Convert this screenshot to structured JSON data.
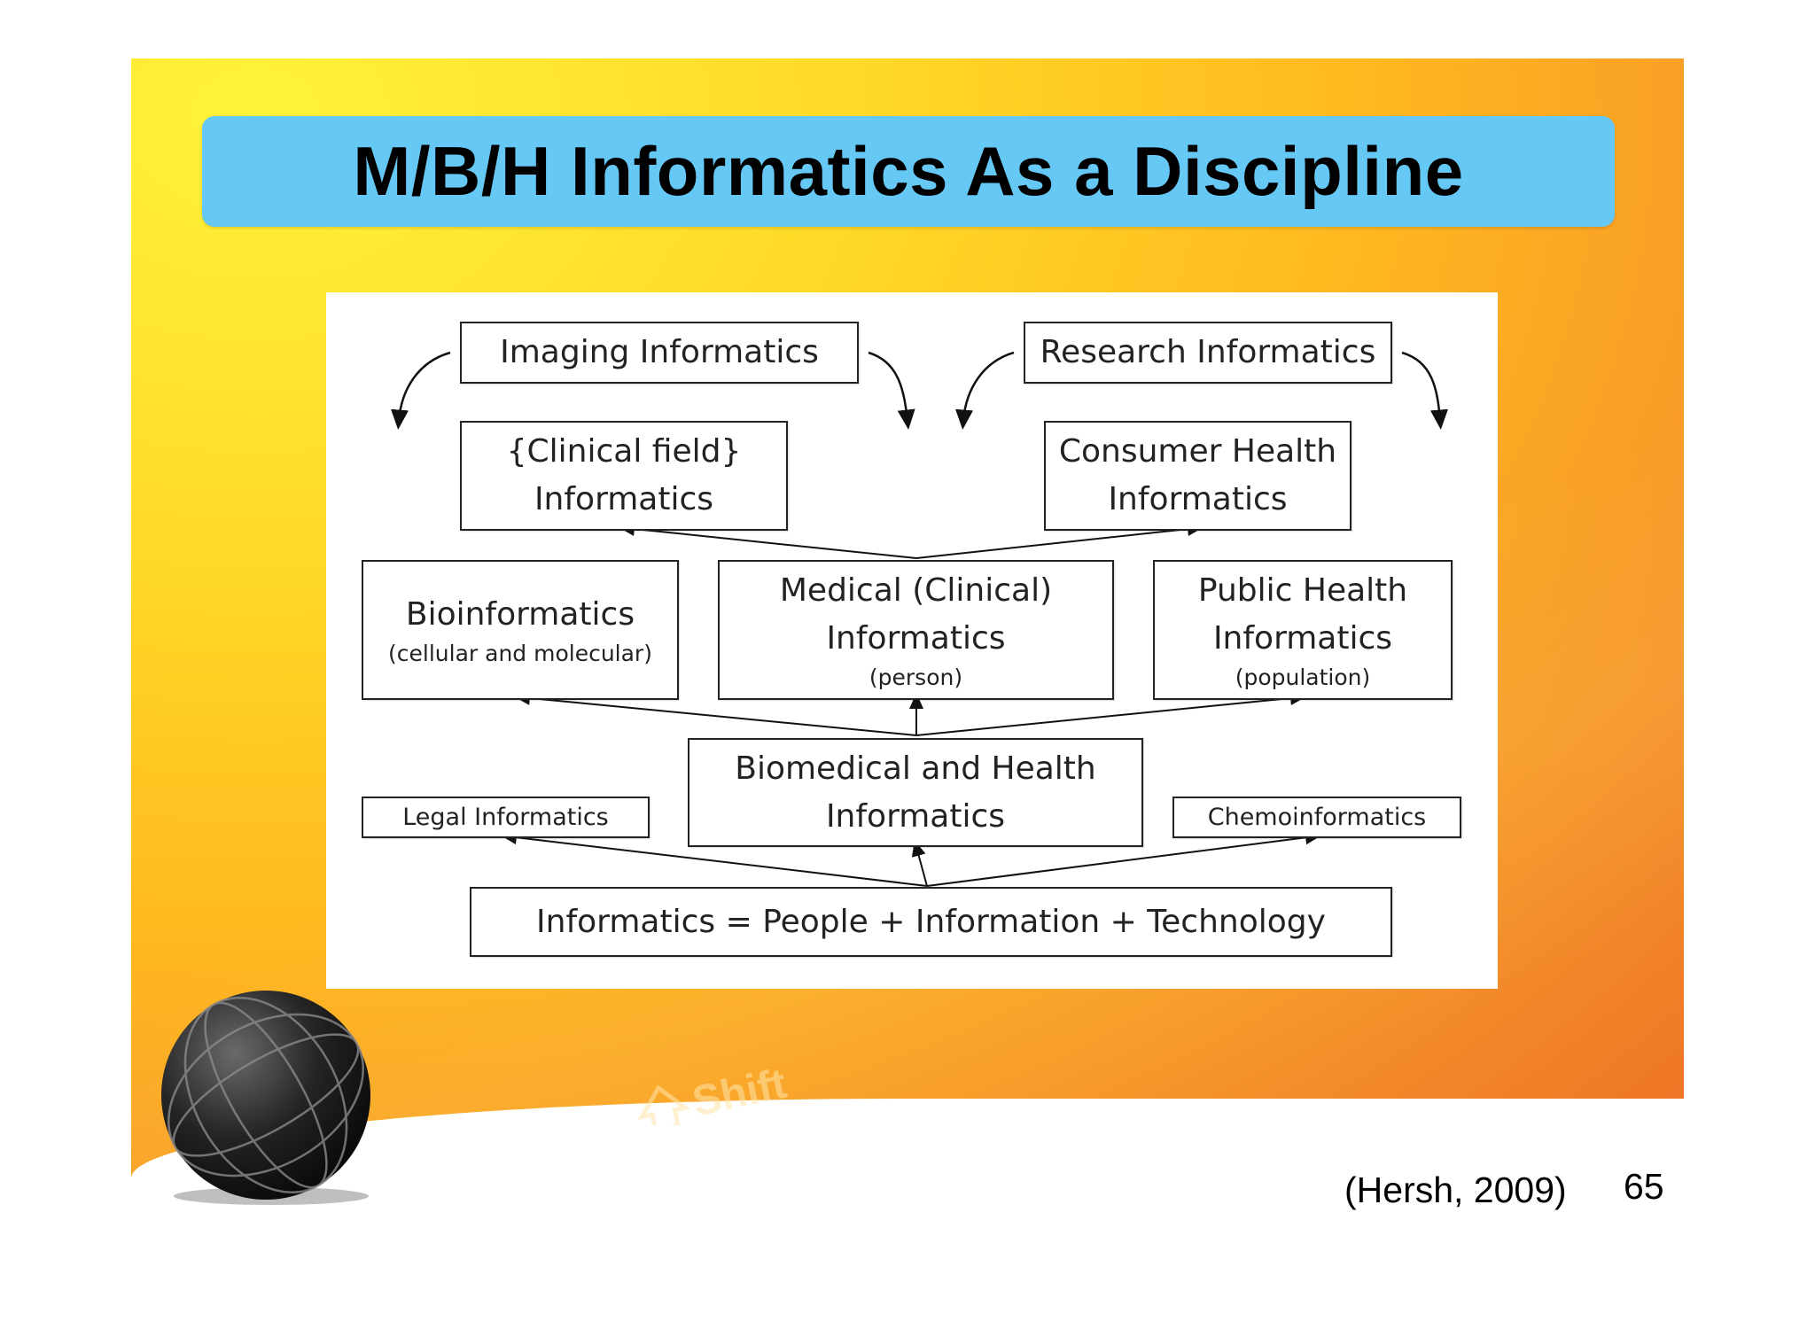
{
  "slide": {
    "title": "M/B/H Informatics As a Discipline",
    "citation": "(Hersh, 2009)",
    "page_number": "65",
    "background_key_label": "Shift",
    "colors": {
      "title_bar": "#66c8f5",
      "background_top": "#ffe12b",
      "background_bottom": "#ec6f25"
    }
  },
  "diagram": {
    "imaging": "Imaging Informatics",
    "research": "Research Informatics",
    "clinical_field": {
      "line1": "{Clinical field}",
      "line2": "Informatics"
    },
    "consumer_health": {
      "line1": "Consumer Health",
      "line2": "Informatics"
    },
    "bioinformatics": {
      "line1": "Bioinformatics",
      "sub": "(cellular and molecular)"
    },
    "medical": {
      "line1": "Medical (Clinical)",
      "line2": "Informatics",
      "sub": "(person)"
    },
    "public_health": {
      "line1": "Public Health",
      "line2": "Informatics",
      "sub": "(population)"
    },
    "biomedical": {
      "line1": "Biomedical and Health",
      "line2": "Informatics"
    },
    "legal": "Legal Informatics",
    "chemo": "Chemoinformatics",
    "foundation": "Informatics = People + Information + Technology"
  }
}
